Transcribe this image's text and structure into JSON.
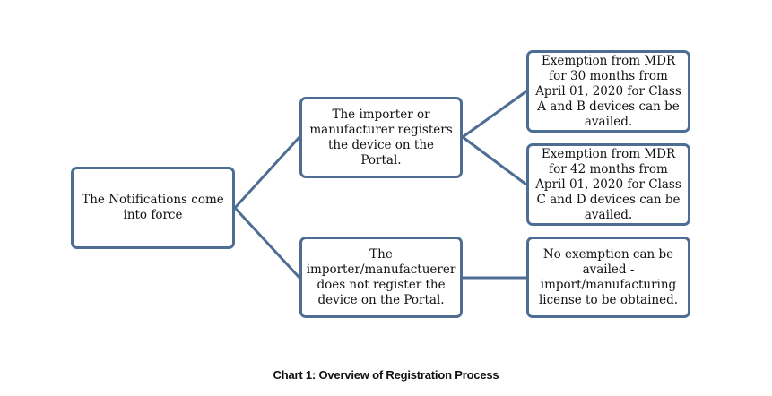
{
  "diagram": {
    "line_color": "#4e6d92",
    "nodes": {
      "start": "The Notifications come into force",
      "registers": "The importer or manufacturer registers the device on the Portal.",
      "not_registers": "The importer/manufactuerer does not register the device on the Portal.",
      "exemption_ab": "Exemption from MDR for 30 months from April 01, 2020 for Class A and B devices can be availed.",
      "exemption_cd": "Exemption from MDR for 42 months from April 01, 2020 for Class C and D devices can be availed.",
      "no_exemption": "No exemption can be availed - import/manufacturing license to be obtained."
    },
    "edges": [
      {
        "from": "start",
        "to": "registers"
      },
      {
        "from": "start",
        "to": "not_registers"
      },
      {
        "from": "registers",
        "to": "exemption_ab"
      },
      {
        "from": "registers",
        "to": "exemption_cd"
      },
      {
        "from": "not_registers",
        "to": "no_exemption"
      }
    ]
  },
  "caption": "Chart 1: Overview of Registration Process"
}
